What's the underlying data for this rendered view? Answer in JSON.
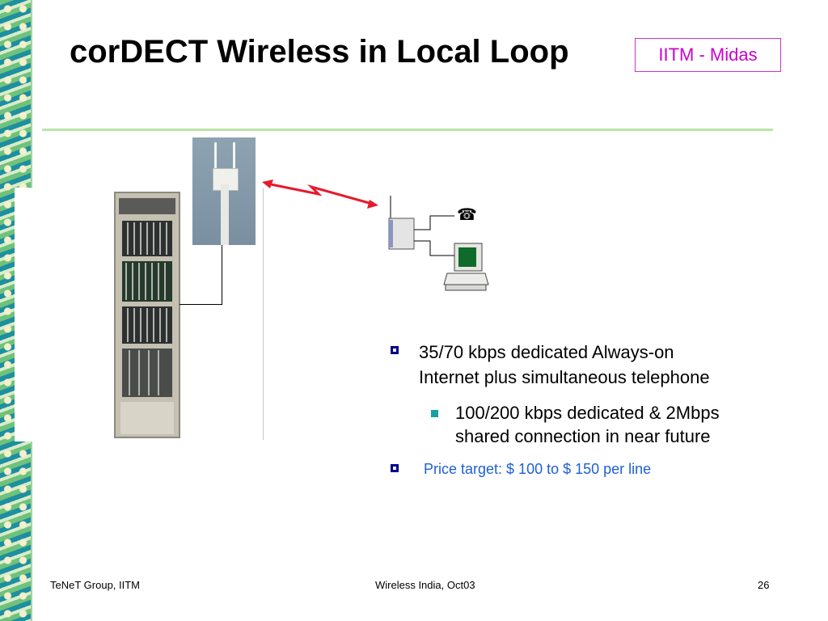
{
  "slide": {
    "title": "corDECT Wireless in Local Loop",
    "tag": "IITM - Midas",
    "bullets": [
      {
        "text_line1": "35/70 kbps dedicated Always-on",
        "text_line2": "Internet plus simultaneous telephone",
        "sub": {
          "text_line1": "100/200 kbps dedicated & 2Mbps",
          "text_line2": "shared connection in near future"
        }
      },
      {
        "text": "Price target: $ 100 to $ 150 per line"
      }
    ],
    "icons": {
      "phone": "telephone-icon",
      "computer": "computer-icon",
      "terminal": "wall-set-icon",
      "rack": "exchange-rack-photo",
      "antenna": "base-station-antenna-photo",
      "link": "wireless-link-arrow"
    },
    "colors": {
      "title": "#000000",
      "tag": "#cc00cc",
      "link": "#e8192c",
      "price_text": "#1e5fd6",
      "rule": "#b8e6a8"
    },
    "phone_glyph": "☎"
  },
  "footer": {
    "left": "TeNeT Group, IITM",
    "center": "Wireless India, Oct03",
    "page": "26"
  }
}
